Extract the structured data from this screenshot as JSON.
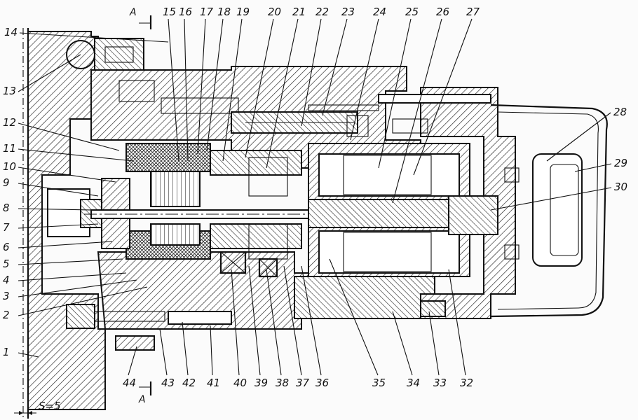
{
  "section_marks": [
    "А",
    "А"
  ],
  "dimension_note": "S=5",
  "top_labels": [
    "14",
    "15",
    "16",
    "17",
    "18",
    "19",
    "20",
    "21",
    "22",
    "23",
    "24",
    "25",
    "26",
    "27"
  ],
  "left_labels": [
    "14",
    "13",
    "12",
    "11",
    "10",
    "9",
    "8",
    "7",
    "6",
    "5",
    "4",
    "3",
    "2",
    "1"
  ],
  "right_labels": [
    "28",
    "29",
    "30"
  ],
  "bottom_labels": [
    "44",
    "43",
    "42",
    "41",
    "40",
    "39",
    "38",
    "37",
    "36",
    "35",
    "34",
    "33",
    "32"
  ]
}
